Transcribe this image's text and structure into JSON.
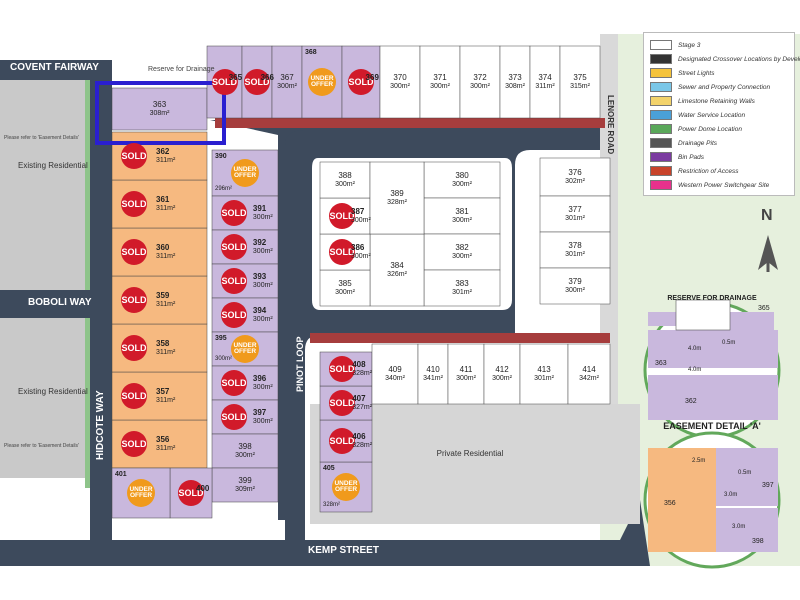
{
  "roads": {
    "covent_fairway": "COVENT FAIRWAY",
    "boboli_way": "BOBOLI WAY",
    "hidcote_way": "HIDCOTE WAY",
    "pinot_loop_west": "PINOT LOOP",
    "pinot_loop_east": "PINOT LOOP",
    "kemp_street": "KEMP STREET",
    "lenore_road": "LENORE ROAD"
  },
  "areas": {
    "reserve_top": "Reserve for Drainage",
    "existing_residential_1": "Existing Residential",
    "existing_residential_2": "Existing Residential",
    "private_residential": "Private Residential",
    "easement_note_1": "Please refer to 'Easement Details'",
    "easement_note_2": "Please refer to 'Easement Details'"
  },
  "badges": {
    "sold": "SOLD",
    "under_offer": "UNDER OFFER"
  },
  "lots": [
    {
      "id": "363",
      "area": "308m²",
      "status": "available",
      "color": "#c9b8dd"
    },
    {
      "id": "362",
      "area": "311m²",
      "status": "sold",
      "color": "#f6b980"
    },
    {
      "id": "361",
      "area": "311m²",
      "status": "sold",
      "color": "#f6b980"
    },
    {
      "id": "360",
      "area": "311m²",
      "status": "sold",
      "color": "#f6b980"
    },
    {
      "id": "359",
      "area": "311m²",
      "status": "sold",
      "color": "#f6b980"
    },
    {
      "id": "358",
      "area": "311m²",
      "status": "sold",
      "color": "#f6b980"
    },
    {
      "id": "357",
      "area": "311m²",
      "status": "sold",
      "color": "#f6b980"
    },
    {
      "id": "356",
      "area": "311m²",
      "status": "sold",
      "color": "#f6b980"
    },
    {
      "id": "365",
      "area": "",
      "status": "sold",
      "color": "#c9b8dd"
    },
    {
      "id": "366",
      "area": "",
      "status": "sold",
      "color": "#c9b8dd"
    },
    {
      "id": "367",
      "area": "300m²",
      "status": "available",
      "color": "#c9b8dd"
    },
    {
      "id": "368",
      "area": "",
      "status": "under_offer",
      "color": "#c9b8dd"
    },
    {
      "id": "369",
      "area": "",
      "status": "sold",
      "color": "#c9b8dd"
    },
    {
      "id": "370",
      "area": "300m²",
      "status": "available",
      "color": "#ffffff"
    },
    {
      "id": "371",
      "area": "300m²",
      "status": "available",
      "color": "#ffffff"
    },
    {
      "id": "372",
      "area": "300m²",
      "status": "available",
      "color": "#ffffff"
    },
    {
      "id": "373",
      "area": "308m²",
      "status": "available",
      "color": "#ffffff"
    },
    {
      "id": "374",
      "area": "311m²",
      "status": "available",
      "color": "#ffffff"
    },
    {
      "id": "375",
      "area": "315m²",
      "status": "available",
      "color": "#ffffff"
    },
    {
      "id": "390",
      "area": "296m²",
      "status": "under_offer",
      "color": "#c9b8dd"
    },
    {
      "id": "391",
      "area": "300m²",
      "status": "sold",
      "color": "#c9b8dd"
    },
    {
      "id": "392",
      "area": "300m²",
      "status": "sold",
      "color": "#c9b8dd"
    },
    {
      "id": "393",
      "area": "300m²",
      "status": "sold",
      "color": "#c9b8dd"
    },
    {
      "id": "394",
      "area": "300m²",
      "status": "sold",
      "color": "#c9b8dd"
    },
    {
      "id": "395",
      "area": "300m²",
      "status": "under_offer",
      "color": "#c9b8dd"
    },
    {
      "id": "396",
      "area": "300m²",
      "status": "sold",
      "color": "#c9b8dd"
    },
    {
      "id": "397",
      "area": "300m²",
      "status": "sold",
      "color": "#c9b8dd"
    },
    {
      "id": "398",
      "area": "300m²",
      "status": "available",
      "color": "#c9b8dd"
    },
    {
      "id": "399",
      "area": "309m²",
      "status": "available",
      "color": "#c9b8dd"
    },
    {
      "id": "400",
      "area": "",
      "status": "sold",
      "color": "#c9b8dd"
    },
    {
      "id": "401",
      "area": "",
      "status": "under_offer",
      "color": "#c9b8dd"
    },
    {
      "id": "388",
      "area": "300m²",
      "status": "available",
      "color": "#ffffff"
    },
    {
      "id": "387",
      "area": "300m²",
      "status": "sold",
      "color": "#ffffff"
    },
    {
      "id": "386",
      "area": "300m²",
      "status": "sold",
      "color": "#ffffff"
    },
    {
      "id": "385",
      "area": "300m²",
      "status": "available",
      "color": "#ffffff"
    },
    {
      "id": "389",
      "area": "328m²",
      "status": "available",
      "color": "#ffffff"
    },
    {
      "id": "384",
      "area": "326m²",
      "status": "available",
      "color": "#ffffff"
    },
    {
      "id": "380",
      "area": "300m²",
      "status": "available",
      "color": "#ffffff"
    },
    {
      "id": "381",
      "area": "300m²",
      "status": "available",
      "color": "#ffffff"
    },
    {
      "id": "382",
      "area": "300m²",
      "status": "available",
      "color": "#ffffff"
    },
    {
      "id": "383",
      "area": "301m²",
      "status": "available",
      "color": "#ffffff"
    },
    {
      "id": "376",
      "area": "302m²",
      "status": "available",
      "color": "#ffffff"
    },
    {
      "id": "377",
      "area": "301m²",
      "status": "available",
      "color": "#ffffff"
    },
    {
      "id": "378",
      "area": "301m²",
      "status": "available",
      "color": "#ffffff"
    },
    {
      "id": "379",
      "area": "300m²",
      "status": "available",
      "color": "#ffffff"
    },
    {
      "id": "408",
      "area": "328m²",
      "status": "sold",
      "color": "#c9b8dd"
    },
    {
      "id": "407",
      "area": "327m²",
      "status": "sold",
      "color": "#c9b8dd"
    },
    {
      "id": "406",
      "area": "328m²",
      "status": "sold",
      "color": "#c9b8dd"
    },
    {
      "id": "405",
      "area": "328m²",
      "status": "under_offer",
      "color": "#c9b8dd"
    },
    {
      "id": "409",
      "area": "340m²",
      "status": "available",
      "color": "#ffffff"
    },
    {
      "id": "410",
      "area": "341m²",
      "status": "available",
      "color": "#ffffff"
    },
    {
      "id": "411",
      "area": "300m²",
      "status": "available",
      "color": "#ffffff"
    },
    {
      "id": "412",
      "area": "300m²",
      "status": "available",
      "color": "#ffffff"
    },
    {
      "id": "413",
      "area": "301m²",
      "status": "available",
      "color": "#ffffff"
    },
    {
      "id": "414",
      "area": "342m²",
      "status": "available",
      "color": "#ffffff"
    }
  ],
  "legend": {
    "items": [
      {
        "label": "Stage 3",
        "kind": "box"
      },
      {
        "label": "Designated Crossover Locations by Developer",
        "kind": "dark"
      },
      {
        "label": "Street Lights",
        "kind": "light"
      },
      {
        "label": "Sewer and Property Connection",
        "kind": "sewer"
      },
      {
        "label": "Limestone Retaining Walls",
        "kind": "wall"
      },
      {
        "label": "Water Service Location",
        "kind": "water"
      },
      {
        "label": "Power Dome Location",
        "kind": "power"
      },
      {
        "label": "Drainage Pits",
        "kind": "pit"
      },
      {
        "label": "Bin Pads",
        "kind": "bin"
      },
      {
        "label": "Restriction of Access",
        "kind": "restrict"
      },
      {
        "label": "Western Power Switchgear Site",
        "kind": "switch"
      }
    ]
  },
  "easement_a": {
    "title": "EASEMENT DETAIL 'A'",
    "reserve_label": "RESERVE FOR DRAINAGE",
    "lots": [
      "365",
      "363",
      "362"
    ],
    "dims": [
      "4.0m",
      "4.0m",
      "0.5m"
    ]
  },
  "easement_b": {
    "lots": [
      "397",
      "356",
      "398"
    ],
    "dims": [
      "2.5m",
      "0.5m",
      "3.0m",
      "3.0m"
    ]
  },
  "compass": {
    "north": "N"
  },
  "colors": {
    "road": "#3d4a5c",
    "sold": "#d11a2a",
    "under_offer": "#f09a1c",
    "purple_lot": "#c9b8dd",
    "orange_lot": "#f6b980",
    "green": "#62a85b",
    "highlight": "#2a1fd0"
  }
}
